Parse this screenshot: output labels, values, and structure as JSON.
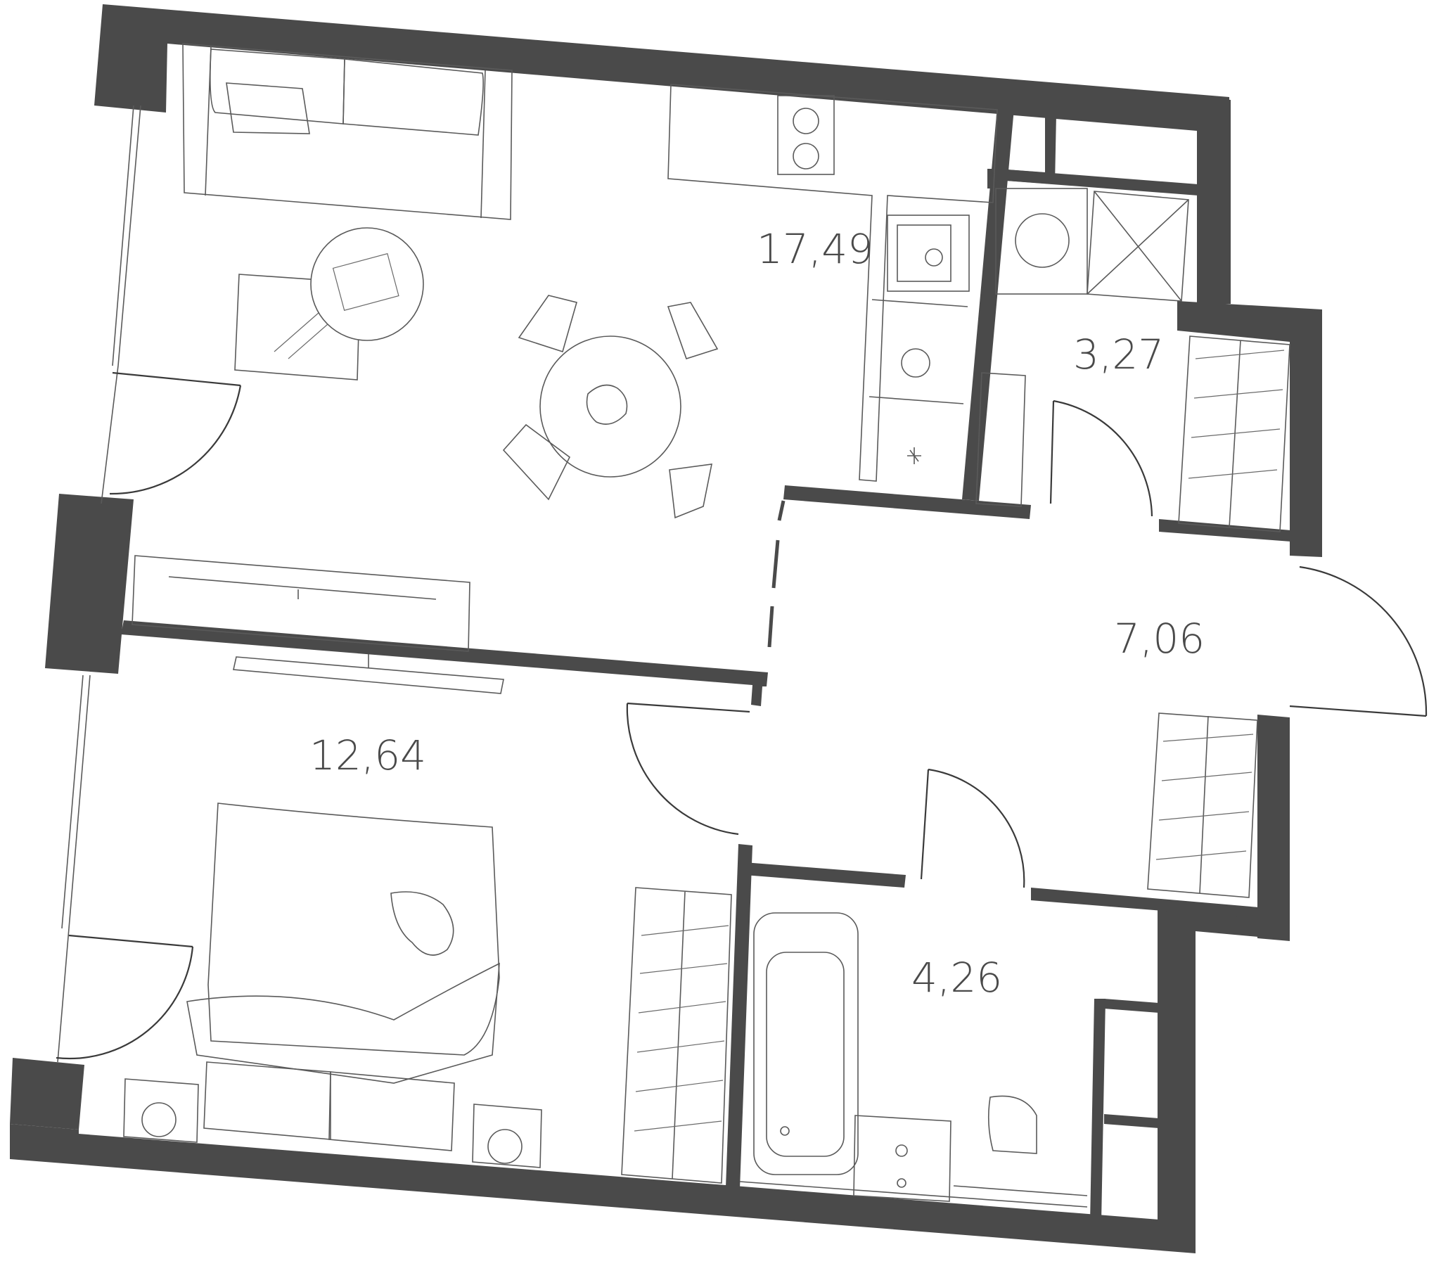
{
  "rooms": [
    {
      "id": "living-kitchen",
      "area": "17,49"
    },
    {
      "id": "laundry",
      "area": "3,27"
    },
    {
      "id": "hallway",
      "area": "7,06"
    },
    {
      "id": "bedroom",
      "area": "12,64"
    },
    {
      "id": "bathroom",
      "area": "4,26"
    }
  ],
  "colors": {
    "wall": "#4a4a4a",
    "line": "#5a5a5a",
    "background": "#ffffff"
  }
}
